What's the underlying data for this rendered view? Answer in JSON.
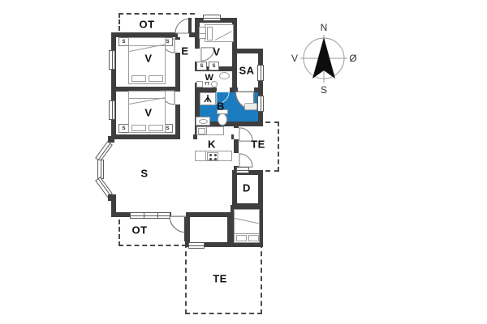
{
  "colors": {
    "wall": "#3e3e3e",
    "blue": "#1b7cbf",
    "dash": "#4a4a4a",
    "furn": "#9a9a9a",
    "ink": "#111111"
  },
  "rooms": {
    "ot_top": {
      "label": "OT"
    },
    "v1": {
      "label": "V"
    },
    "v2": {
      "label": "V"
    },
    "v3": {
      "label": "V"
    },
    "e": {
      "label": "E"
    },
    "sa": {
      "label": "SA"
    },
    "w": {
      "label": "W"
    },
    "b": {
      "label": "B"
    },
    "k": {
      "label": "K"
    },
    "te_right": {
      "label": "TE"
    },
    "s": {
      "label": "S"
    },
    "d": {
      "label": "D"
    },
    "ot_bottom": {
      "label": "OT"
    },
    "te_bottom": {
      "label": "TE"
    }
  },
  "closet_label": "S",
  "appliance_label": "TT",
  "compass": {
    "north": "N",
    "south": "S",
    "west": "V",
    "east": "Ø"
  }
}
